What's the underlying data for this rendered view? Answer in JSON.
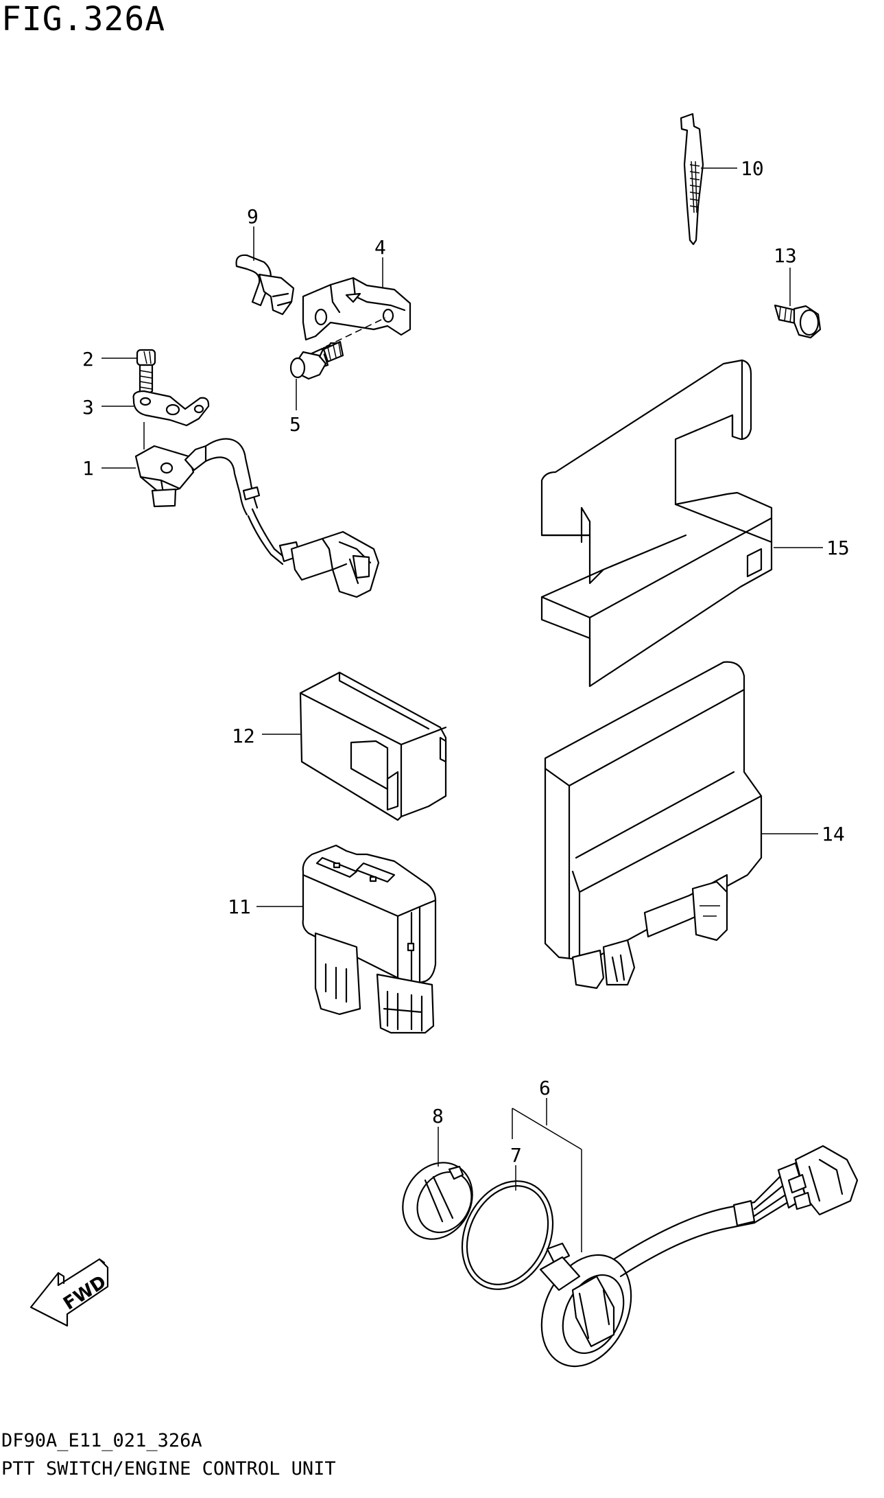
{
  "figure": {
    "title": "FIG.326A",
    "code": "DF90A_E11_021_326A",
    "description": "PTT SWITCH/ENGINE CONTROL UNIT"
  },
  "callouts": {
    "c1": "1",
    "c2": "2",
    "c3": "3",
    "c4": "4",
    "c5": "5",
    "c6": "6",
    "c7": "7",
    "c8": "8",
    "c9": "9",
    "c10": "10",
    "c11": "11",
    "c12": "12",
    "c13": "13",
    "c14": "14",
    "c15": "15"
  },
  "direction": {
    "label": "FWD"
  },
  "parts": [
    "ptt-switch",
    "screw",
    "ptt-switch-plate",
    "bracket",
    "bolt",
    "trim-switch-harness",
    "o-ring",
    "trim-switch-cap",
    "wire-clamp",
    "cable-tie",
    "control-unit",
    "control-unit-cover",
    "bolt",
    "engine-control-module",
    "ecm-cover"
  ]
}
